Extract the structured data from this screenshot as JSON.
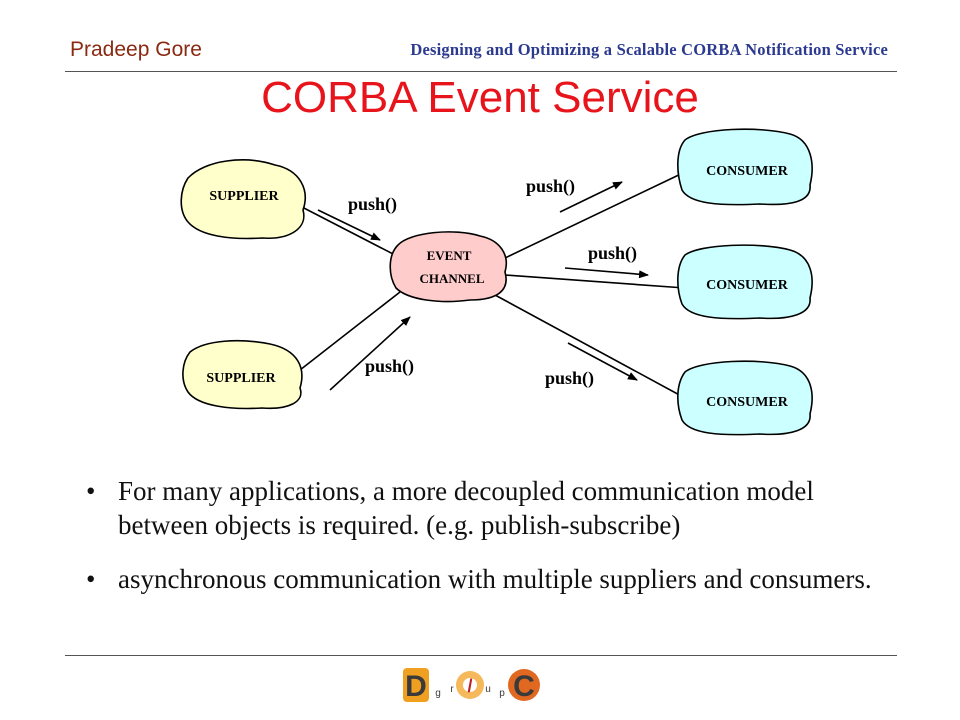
{
  "header": {
    "author": "Pradeep Gore",
    "presentation_title": "Designing and Optimizing a Scalable CORBA Notification Service"
  },
  "slide": {
    "title": "CORBA Event Service"
  },
  "diagram": {
    "suppliers": [
      {
        "label": "SUPPLIER"
      },
      {
        "label": "SUPPLIER"
      }
    ],
    "channel": {
      "line1": "EVENT",
      "line2": "CHANNEL"
    },
    "consumers": [
      {
        "label": "CONSUMER"
      },
      {
        "label": "CONSUMER"
      },
      {
        "label": "CONSUMER"
      }
    ],
    "push_labels": [
      "push()",
      "push()",
      "push()",
      "push()",
      "push()"
    ],
    "colors": {
      "supplier_fill": "#ffffcc",
      "channel_fill": "#ffcccc",
      "consumer_fill": "#ccffff"
    }
  },
  "bullets": [
    {
      "marker": "•",
      "text": "For many applications, a more decoupled communication model between objects is required. (e.g. publish-subscribe)"
    },
    {
      "marker": "•",
      "text": "asynchronous communication with multiple suppliers and consumers."
    }
  ],
  "logo": {
    "letters": [
      "D",
      "g",
      "r",
      "/",
      "u",
      "p",
      "C"
    ]
  }
}
